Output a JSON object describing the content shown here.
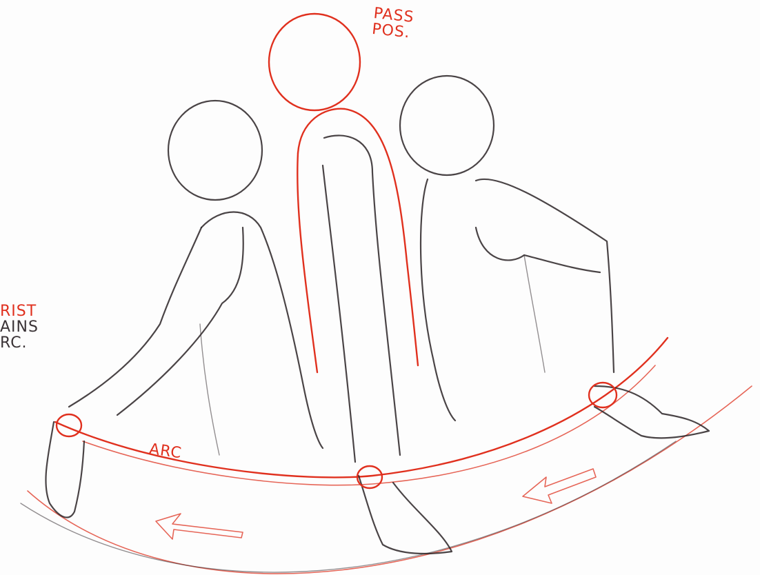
{
  "notes": {
    "pass_pos": [
      "PASS",
      "POS."
    ],
    "wrist_note": [
      "RIST",
      "AINS",
      "RC."
    ],
    "arc_label": "ARC"
  },
  "colors": {
    "pencil": "#2a2326",
    "red_pencil": "#e0301e",
    "paper": "#fdfdfd"
  }
}
